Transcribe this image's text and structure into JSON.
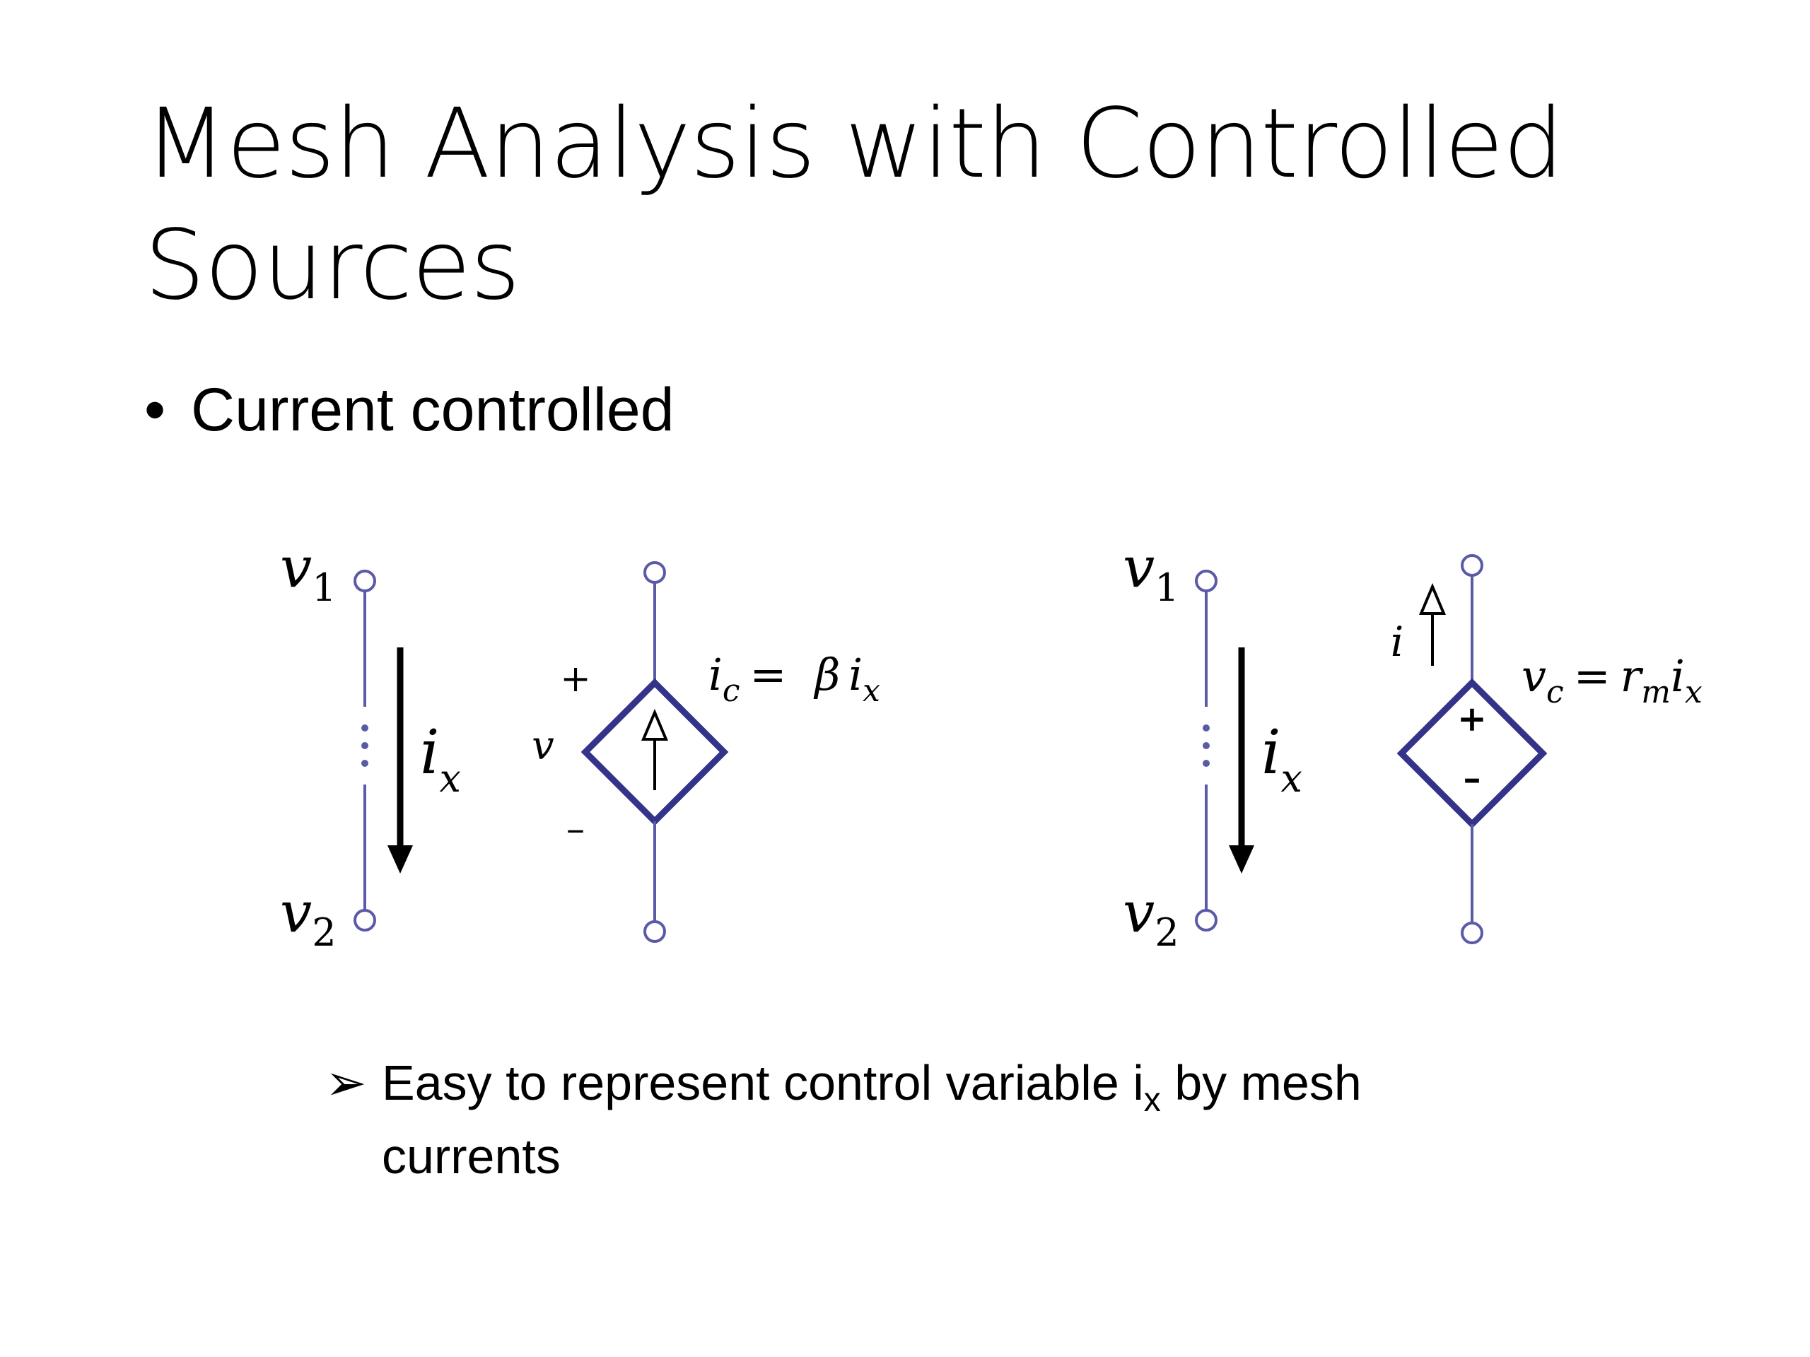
{
  "slide": {
    "title": "Mesh Analysis with Controlled Sources",
    "bullet": {
      "marker": "•",
      "text": "Current controlled"
    },
    "sub_bullet": {
      "marker": "➢",
      "text_before": "Easy to represent control variable i",
      "subscript": "x",
      "text_after": " by mesh currents"
    }
  },
  "diagram": {
    "colors": {
      "wire": "#5a5aa6",
      "source": "#33338a",
      "arrow": "#000000"
    },
    "left": {
      "branch": {
        "node_top_var": "v",
        "node_top_sub": "1",
        "node_bottom_var": "v",
        "node_bottom_sub": "2",
        "current_var": "i",
        "current_sub": "x"
      },
      "source": {
        "plus": "+",
        "minus": "–",
        "voltage": "v",
        "eq_var": "i",
        "eq_sub": "c",
        "eq_equals": "=",
        "eq_gain": "β",
        "eq_ctrl_var": "i",
        "eq_ctrl_sub": "x"
      }
    },
    "right": {
      "branch": {
        "node_top_var": "v",
        "node_top_sub": "1",
        "node_bottom_var": "v",
        "node_bottom_sub": "2",
        "current_var": "i",
        "current_sub": "x"
      },
      "source": {
        "current": "i",
        "plus": "+",
        "minus": "–",
        "eq_var": "v",
        "eq_sub": "c",
        "eq_equals": "=",
        "eq_gain_var": "r",
        "eq_gain_sub": "m",
        "eq_ctrl_var": "i",
        "eq_ctrl_sub": "x"
      }
    }
  }
}
